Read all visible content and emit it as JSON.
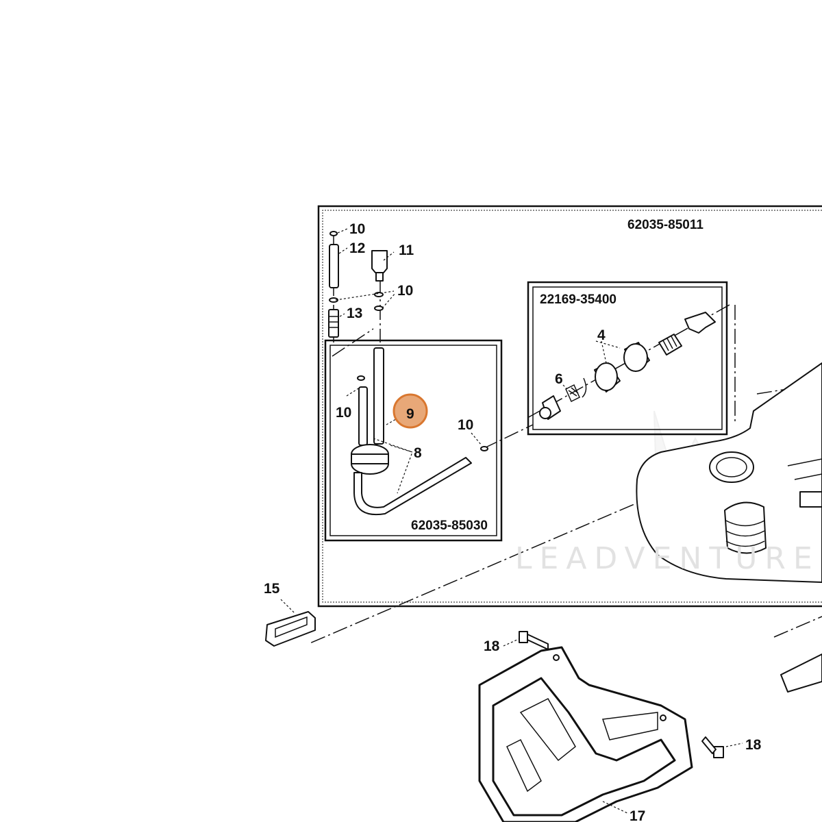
{
  "colors": {
    "line": "#111111",
    "background": "#ffffff",
    "highlight_fill": "#e8a878",
    "highlight_stroke": "#d9772f",
    "watermark": "#e2e2e2"
  },
  "watermark": {
    "text": "LEADVENTURE"
  },
  "assemblies": {
    "outer": {
      "part_number": "62035-85011"
    },
    "filter_box": {
      "part_number": "22169-35400"
    },
    "pickup_box": {
      "part_number": "62035-85030"
    }
  },
  "callouts": {
    "ref_10a": "10",
    "ref_12": "12",
    "ref_11": "11",
    "ref_10b": "10",
    "ref_13": "13",
    "ref_4": "4",
    "ref_6": "6",
    "ref_10c": "10",
    "ref_9": "9",
    "ref_10d": "10",
    "ref_8": "8",
    "ref_15": "15",
    "ref_18a": "18",
    "ref_18b": "18",
    "ref_17": "17"
  },
  "highlighted_callout": "9"
}
